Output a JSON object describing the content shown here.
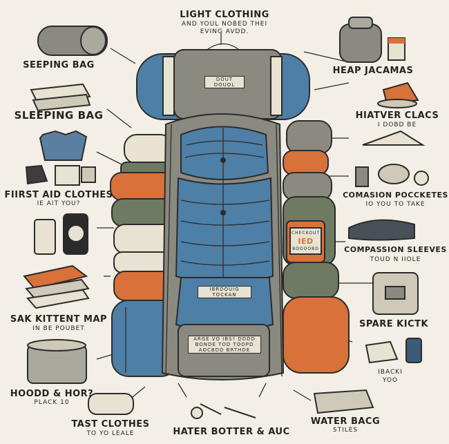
{
  "labels": {
    "top_title": "LIGHT CLOTHING",
    "top_sub1": "AND YOUL NOBED THEI",
    "top_sub2": "EVING AVDD.",
    "seeping_bag": "SEEPING BAG",
    "sleeping_bag": "SLEEPING BAG",
    "first_aid": "FIIRST AID CLOTHES",
    "first_aid_sub": "IE AIT YOU?",
    "sak_kit": "SAK KITTENT MAP",
    "sak_kit_sub": "IN BE POUBET",
    "hoodd": "HOODD & HOR?",
    "hoodd_sub": "PLACK 10",
    "tast": "TAST CLOTHES",
    "tast_sub": "TO YO LEALE",
    "hater": "HATER BOTTER & AUC",
    "water": "WATER BACG",
    "water_sub": "STILES",
    "ibacki": "IBACKI",
    "ibacki_sub": "YOO",
    "spare": "SPARE KICTK",
    "comp_sleeves": "COMPASSION SLEEVES",
    "comp_sleeves_sub": "TOUD N IIOLE",
    "comp_pockets": "COMASION POCCKETES",
    "comp_pockets_sub": "IO YOU TO TAKE",
    "hiatver": "HIATVER CLACS",
    "hiatver_sub": "I DOBD BE",
    "heap": "HEAP JACAMAS"
  },
  "pack_tags": {
    "top": "DOUT DOUOL",
    "middle": "IBRDOUIG TOCKAN",
    "bottom1": "ARGE VO IBS? DDDD",
    "bottom2": "BONDE TOD TOOPD",
    "bottom3": "AOCBDD BRTHDE",
    "pocket1": "CHECKOUT",
    "pocket2": "IED",
    "pocket3": "BOOOOBD"
  },
  "colors": {
    "blue": "#4e7fa6",
    "gray": "#8a8a80",
    "orange": "#d9713a",
    "green": "#6f7a63",
    "cream": "#e8e2d2",
    "outline": "#2b2b2b"
  }
}
